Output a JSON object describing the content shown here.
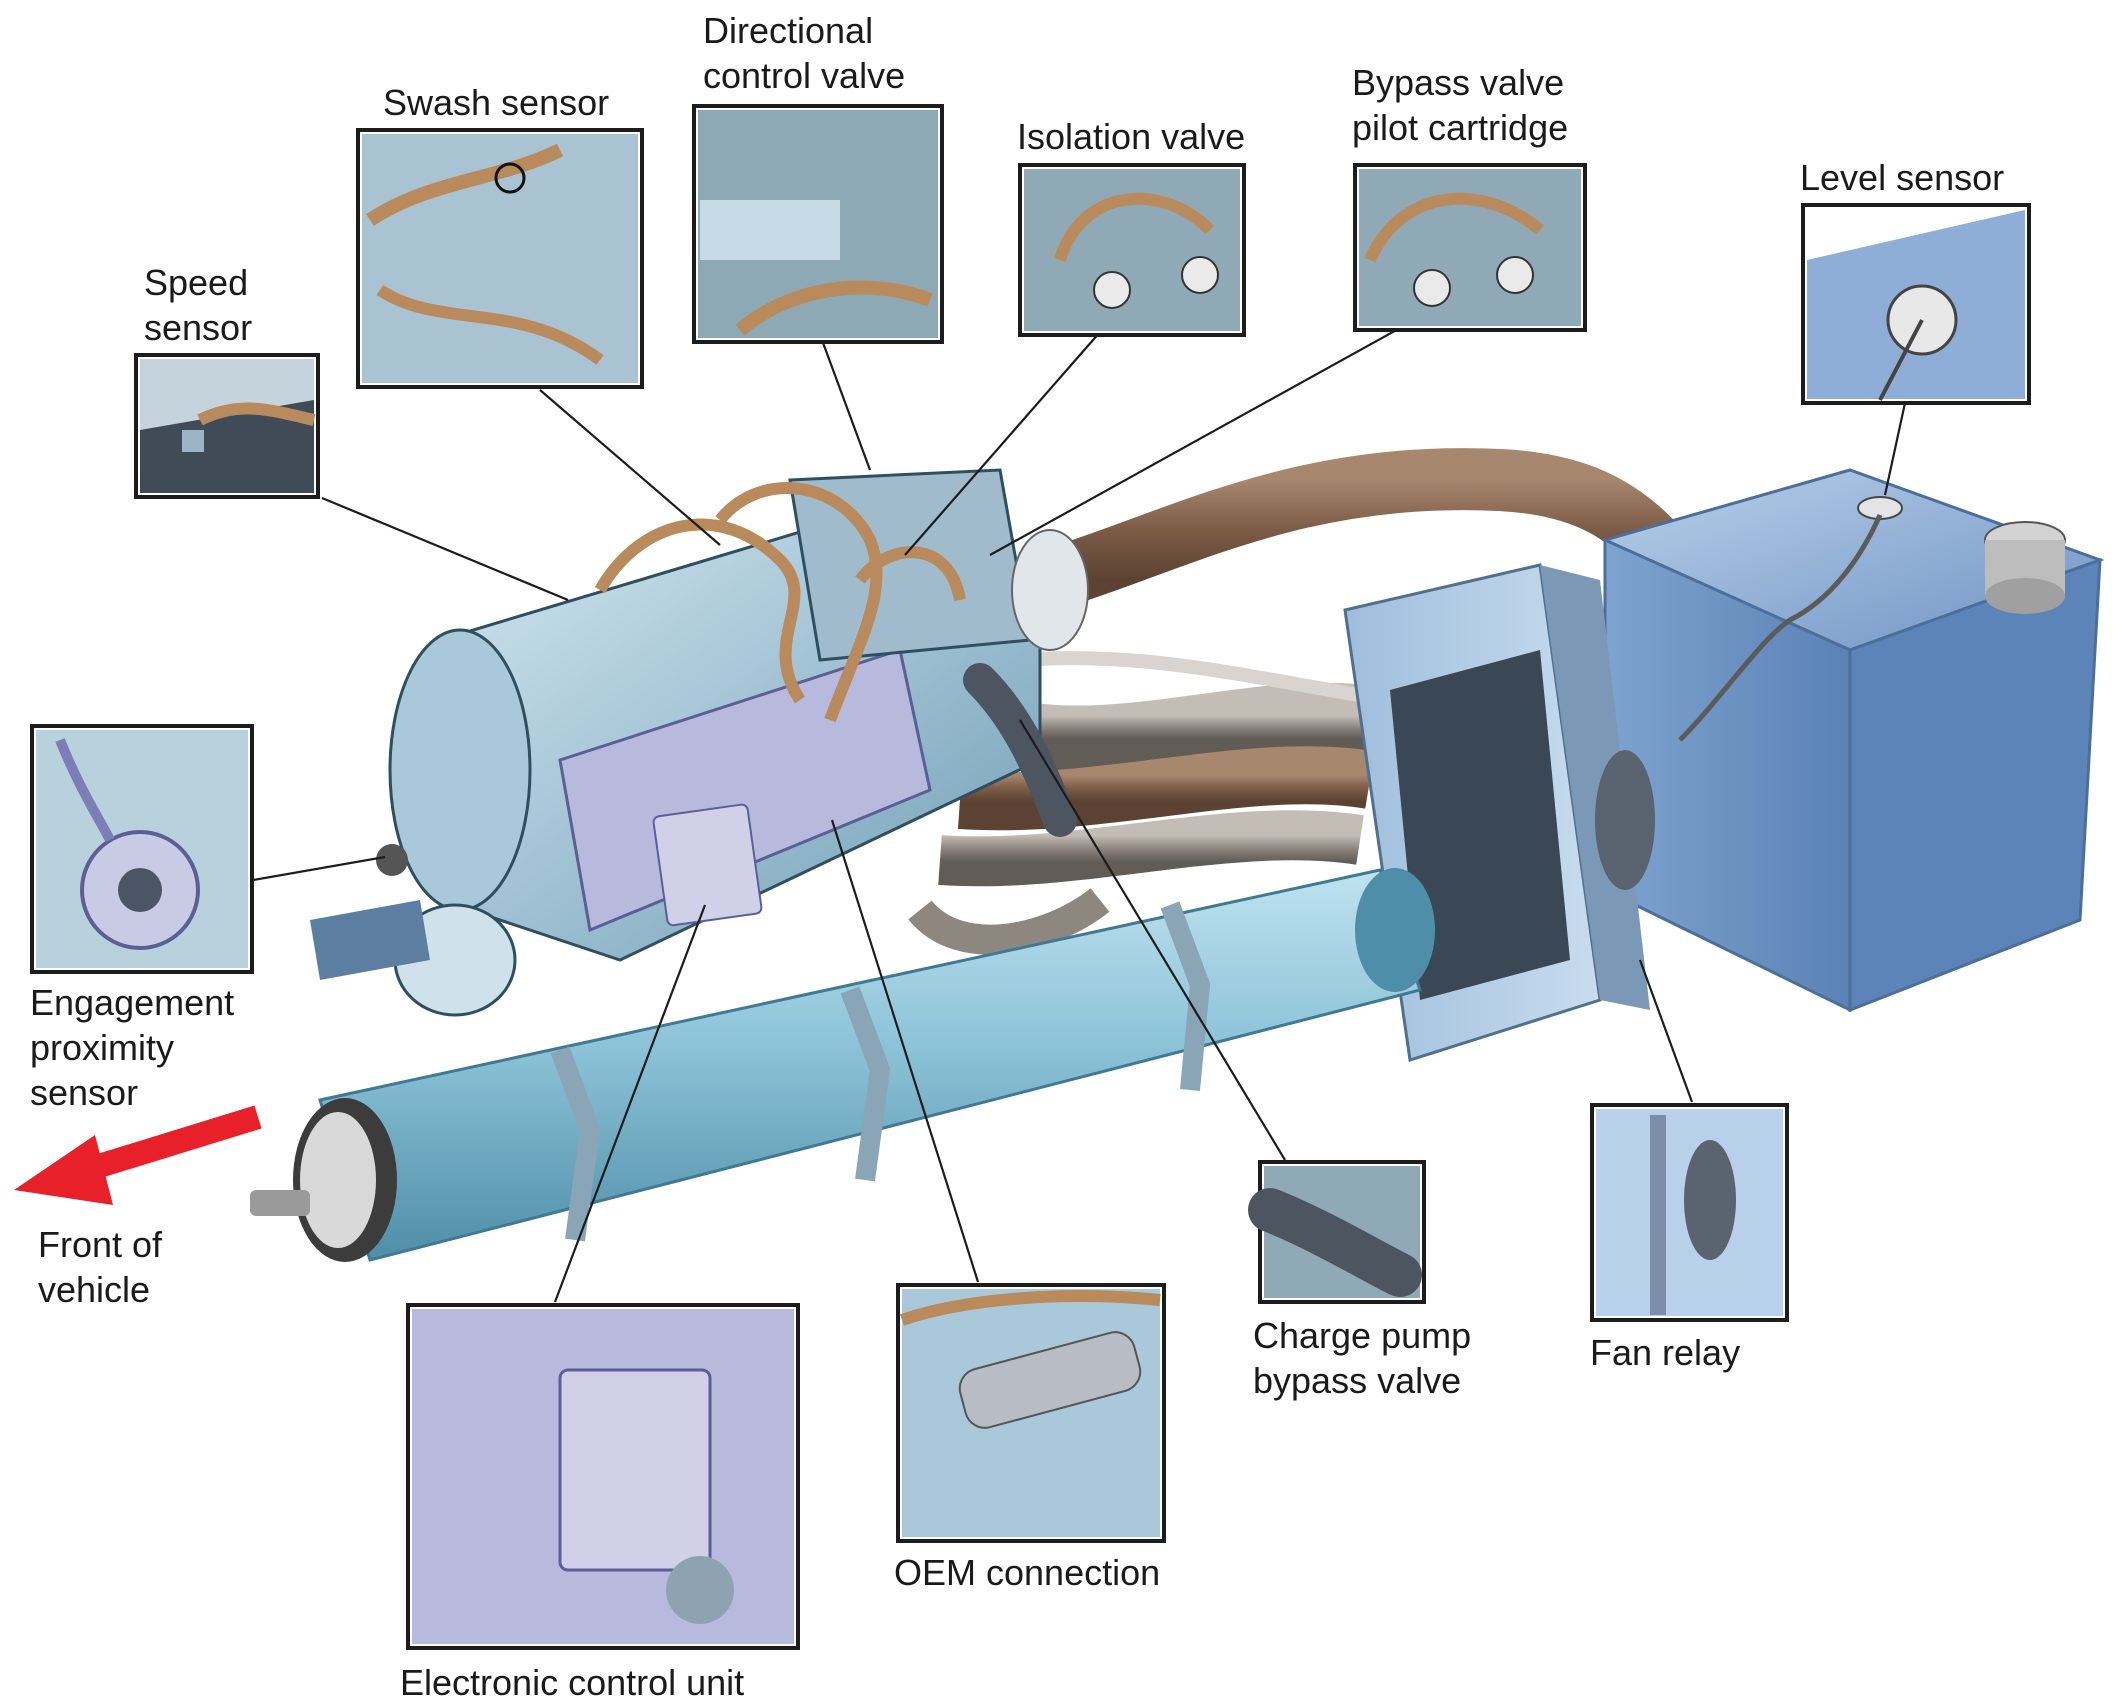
{
  "labels": {
    "swash_sensor": "Swash sensor",
    "directional_control_valve": "Directional\ncontrol valve",
    "isolation_valve": "Isolation valve",
    "bypass_valve_pilot_cartridge": "Bypass valve\npilot cartridge",
    "level_sensor": "Level sensor",
    "speed_sensor": "Speed\nsensor",
    "engagement_proximity_sensor": "Engagement\nproximity\nsensor",
    "front_of_vehicle": "Front of\nvehicle",
    "electronic_control_unit": "Electronic control unit",
    "oem_connection": "OEM connection",
    "charge_pump_bypass_valve": "Charge pump\nbypass valve",
    "fan_relay": "Fan relay"
  },
  "colors": {
    "steel_blue": "#7fa9c4",
    "light_steel": "#b8d3e3",
    "pale_cyan": "#8cc3d8",
    "lavender": "#b7b9dd",
    "hose_brown": "#8a6a55",
    "wire_tan": "#b88a5c",
    "tank_blue": "#8eaed8",
    "radiator_dark": "#3a4755",
    "arrow_red": "#e8202a",
    "outline": "#1c1c1c"
  }
}
